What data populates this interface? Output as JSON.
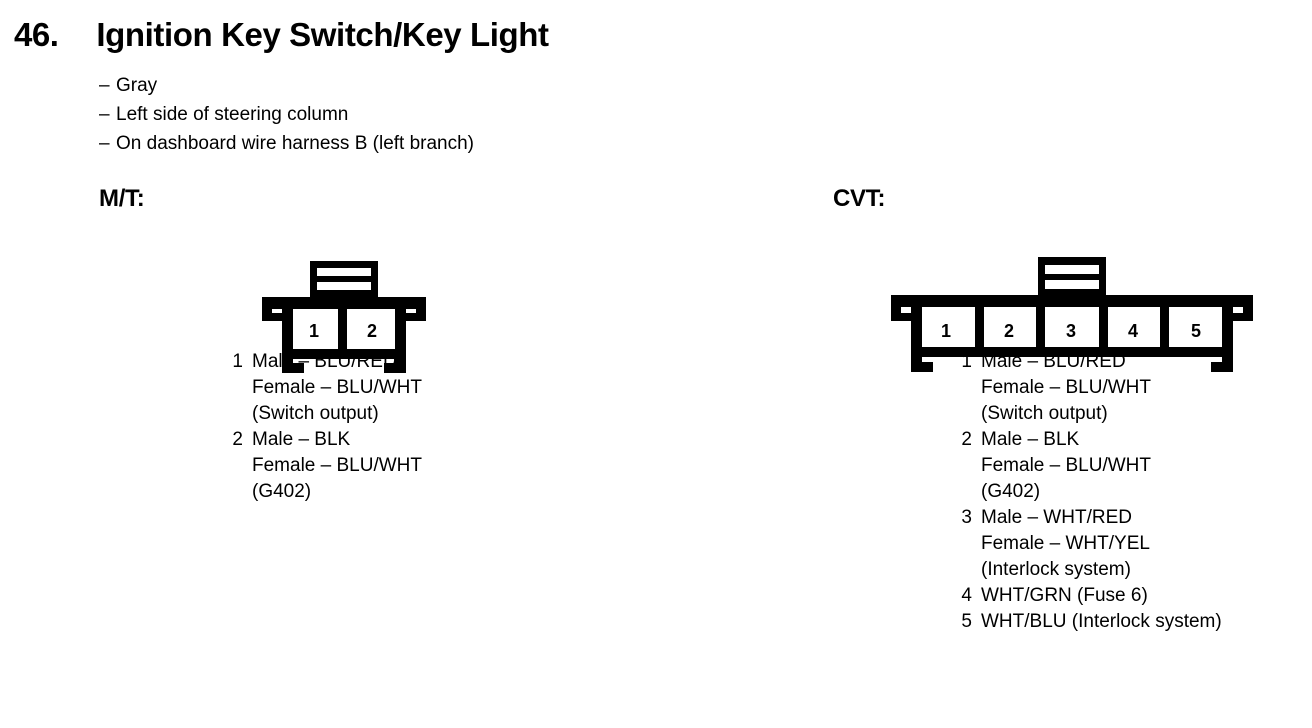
{
  "header": {
    "number": "46.",
    "title": "Ignition Key Switch/Key Light"
  },
  "notes": {
    "dash": "–",
    "items": [
      "Gray",
      "Left side of steering column",
      "On dashboard wire harness B (left branch)"
    ]
  },
  "variants": [
    {
      "label": "M/T:",
      "connector": {
        "pin_count": 2,
        "cell_labels": [
          "1",
          "2"
        ],
        "tab_slots": 2
      },
      "pins": [
        {
          "number": "1",
          "lines": [
            "Male – BLU/RED",
            "Female – BLU/WHT",
            "(Switch output)"
          ]
        },
        {
          "number": "2",
          "lines": [
            "Male – BLK",
            "Female – BLU/WHT",
            "(G402)"
          ]
        }
      ]
    },
    {
      "label": "CVT:",
      "connector": {
        "pin_count": 5,
        "cell_labels": [
          "1",
          "2",
          "3",
          "4",
          "5"
        ],
        "tab_slots": 2
      },
      "pins": [
        {
          "number": "1",
          "lines": [
            "Male – BLU/RED",
            "Female – BLU/WHT",
            "(Switch output)"
          ]
        },
        {
          "number": "2",
          "lines": [
            "Male – BLK",
            "Female – BLU/WHT",
            "(G402)"
          ]
        },
        {
          "number": "3",
          "lines": [
            "Male – WHT/RED",
            "Female – WHT/YEL",
            "(Interlock system)"
          ]
        },
        {
          "number": "4",
          "lines": [
            "WHT/GRN (Fuse 6)"
          ]
        },
        {
          "number": "5",
          "lines": [
            "WHT/BLU (Interlock system)"
          ]
        }
      ]
    }
  ],
  "colors": {
    "ink": "#000000",
    "paper": "#ffffff"
  }
}
